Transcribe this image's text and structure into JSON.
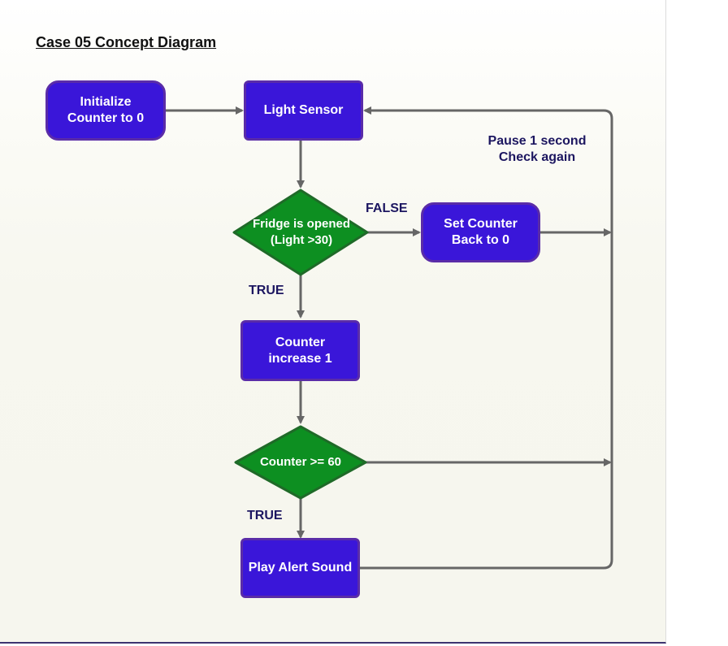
{
  "diagram": {
    "title": "Case 05 Concept Diagram",
    "nodes": {
      "init": [
        "Initialize",
        "Counter to 0"
      ],
      "light_sensor": "Light Sensor",
      "fridge_decision": [
        "Fridge is opened",
        "(Light >30)"
      ],
      "reset_counter": [
        "Set Counter",
        "Back to 0"
      ],
      "counter_increase": [
        "Counter",
        "increase 1"
      ],
      "counter_decision": "Counter >= 60",
      "play_alert": "Play Alert Sound"
    },
    "edge_labels": {
      "false_label": "FALSE",
      "true_label_1": "TRUE",
      "true_label_2": "TRUE"
    },
    "note": [
      "Pause 1 second",
      "Check again"
    ]
  }
}
